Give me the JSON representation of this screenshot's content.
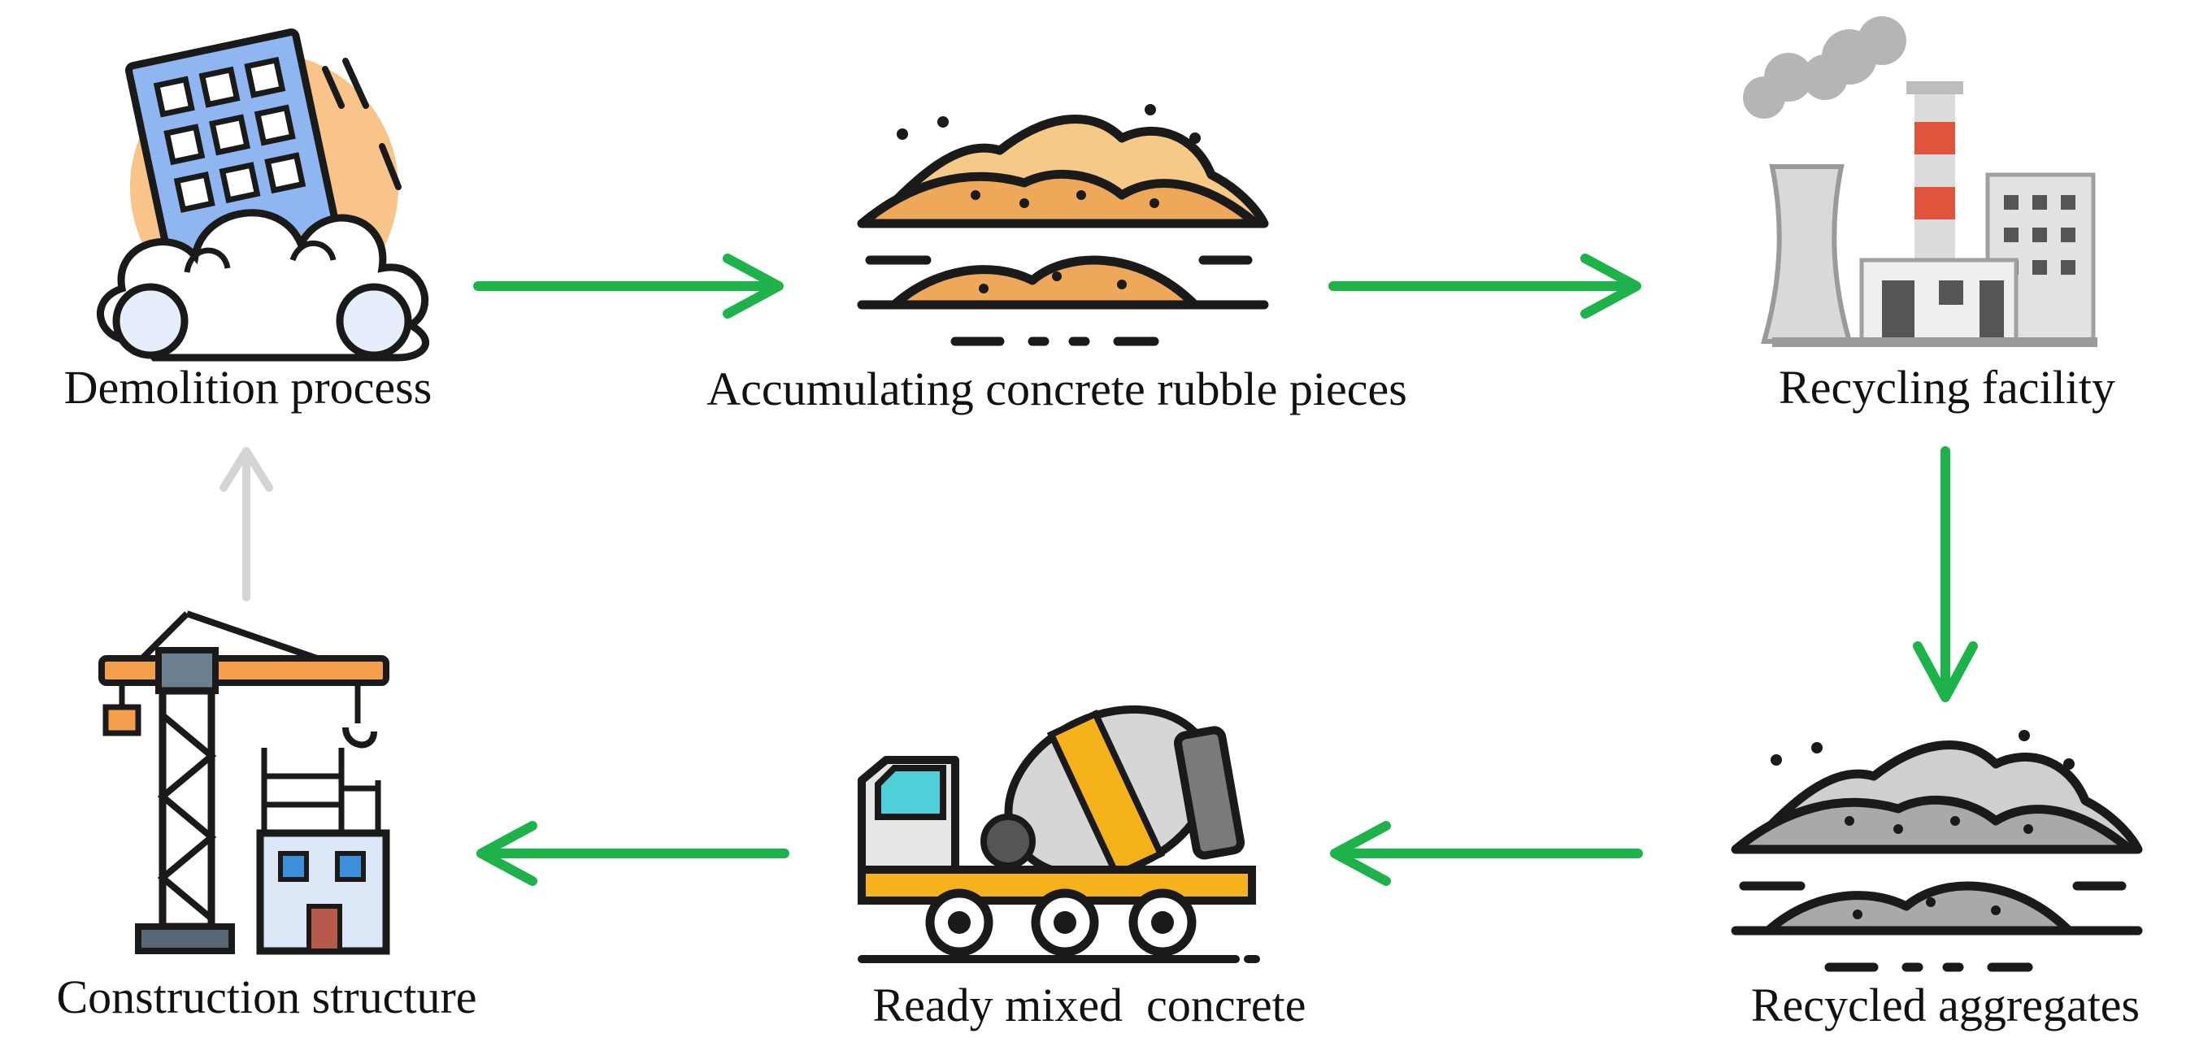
{
  "diagram": {
    "arrow_color": "#1db34a",
    "return_arrow_color": "#d4d4d4",
    "steps": [
      {
        "id": "demolition",
        "label": "Demolition process",
        "icon": "collapsing-building-icon"
      },
      {
        "id": "rubble",
        "label": "Accumulating concrete rubble pieces",
        "icon": "rubble-pile-icon"
      },
      {
        "id": "recycling",
        "label": "Recycling facility",
        "icon": "factory-icon"
      },
      {
        "id": "aggregates",
        "label": "Recycled aggregates",
        "icon": "aggregate-pile-icon"
      },
      {
        "id": "concrete",
        "label": "Ready mixed  concrete",
        "icon": "concrete-mixer-truck-icon"
      },
      {
        "id": "construction",
        "label": "Construction structure",
        "icon": "crane-building-icon"
      }
    ]
  }
}
